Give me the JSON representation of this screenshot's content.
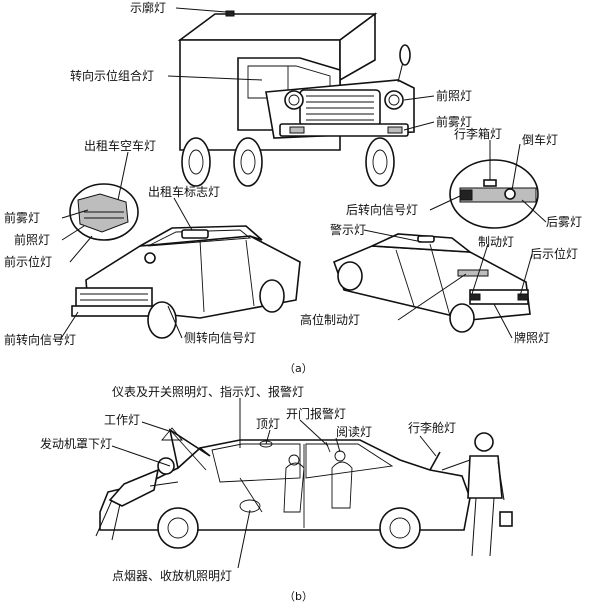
{
  "part_a": {
    "caption": "（a）",
    "labels": {
      "clearance_lamp": "示廓灯",
      "turn_position_combo_lamp": "转向示位组合灯",
      "headlamp": "前照灯",
      "front_fog_lamp": "前雾灯",
      "taxi_vacancy_lamp": "出租车空车灯",
      "taxi_sign_lamp": "出租车标志灯",
      "luggage_compartment_lamp": "行李箱灯",
      "reversing_lamp": "倒车灯",
      "front_fog_lamp_2": "前雾灯",
      "headlamp_2": "前照灯",
      "front_position_lamp": "前示位灯",
      "rear_turn_signal_lamp": "后转向信号灯",
      "rear_fog_lamp": "后雾灯",
      "warning_lamp": "警示灯",
      "brake_lamp": "制动灯",
      "rear_position_lamp": "后示位灯",
      "front_turn_signal_lamp": "前转向信号灯",
      "side_turn_signal_lamp": "侧转向信号灯",
      "high_mounted_brake_lamp": "高位制动灯",
      "license_plate_lamp": "牌照灯"
    }
  },
  "part_b": {
    "caption": "（b）",
    "labels": {
      "instrument_switch_lamps": "仪表及开关照明灯、指示灯、报警灯",
      "work_lamp": "工作灯",
      "hood_lamp": "发动机罩下灯",
      "dome_lamp": "顶灯",
      "door_alarm_lamp": "开门报警灯",
      "reading_lamp": "阅读灯",
      "trunk_lamp": "行李舱灯",
      "lighter_radio_lamp": "点烟器、收放机照明灯"
    }
  }
}
